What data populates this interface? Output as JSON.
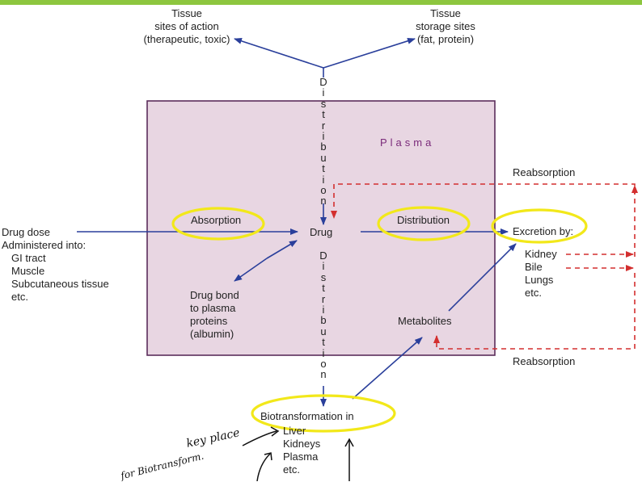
{
  "tissue_action": [
    "Tissue",
    "sites of action",
    "(therapeutic, toxic)"
  ],
  "tissue_storage": [
    "Tissue",
    "storage sites",
    "(fat, protein)"
  ],
  "plasma_label": "Plasma",
  "distribution_vertical_top": "Distribution",
  "distribution_vertical_bottom": "Distribution",
  "drug_label": "Drug",
  "absorption_label": "Absorption",
  "distribution_label": "Distribution",
  "excretion_label": "Excretion by:",
  "excretion_organs": [
    "Kidney",
    "Bile",
    "Lungs",
    "etc."
  ],
  "drug_dose": [
    "Drug dose",
    "Administered into:",
    "GI tract",
    "Muscle",
    "Subcutaneous tissue",
    "etc."
  ],
  "drug_bond": [
    "Drug bond",
    "to plasma",
    "proteins",
    "(albumin)"
  ],
  "metabolites_label": "Metabolites",
  "reabsorption_top": "Reabsorption",
  "reabsorption_bottom": "Reabsorption",
  "biotransformation_label": "Biotransformation in",
  "biotransformation_sites": [
    "Liver",
    "Kidneys",
    "Plasma",
    "etc."
  ],
  "handwritten": [
    "key place",
    "for Biotransform."
  ],
  "colors": {
    "arrow_blue": "#2a3f9b",
    "plasma_fill": "#e8d6e2",
    "plasma_border": "#5b2d5b",
    "reabsorption_red": "#d32f2f",
    "highlight_yellow": "#f2e81a",
    "top_bar_green": "#8dc63f"
  }
}
